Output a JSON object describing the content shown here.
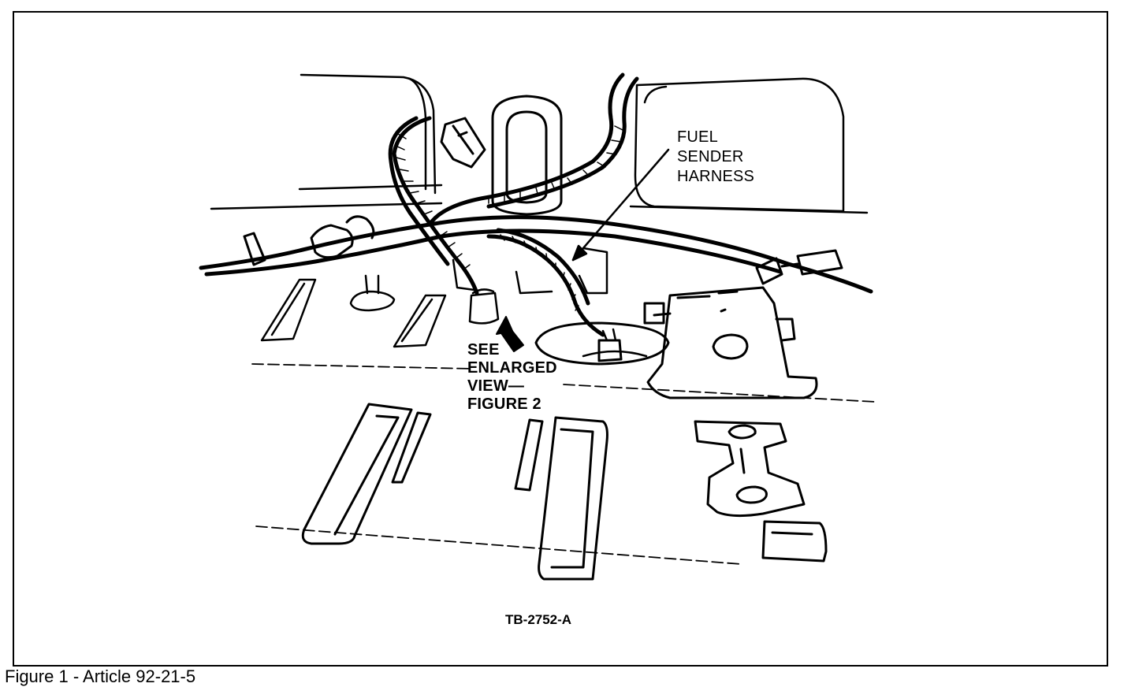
{
  "labels": {
    "fuel_sender": [
      "FUEL",
      "SENDER",
      "HARNESS"
    ],
    "see_enlarged": [
      "SEE",
      "ENLARGED",
      "VIEW—",
      "FIGURE 2"
    ],
    "drawing_id": "TB-2752-A"
  },
  "caption": "Figure 1 - Article 92-21-5",
  "colors": {
    "ink": "#000000",
    "paper": "#ffffff"
  }
}
